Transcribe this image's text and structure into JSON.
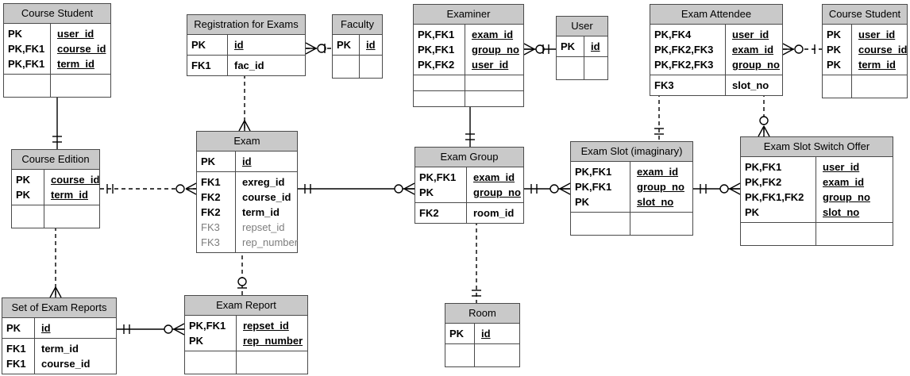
{
  "diagram_type": "entity-relationship-diagram",
  "notation": "crows-foot",
  "colors": {
    "entity_header_bg": "#c9c9c9",
    "entity_border": "#4a4a4a",
    "relationship_line": "#000000",
    "dim_attribute_text": "#7d7d7d",
    "background": "#ffffff"
  },
  "entities": [
    {
      "id": "course-student-left",
      "title": "Course Student",
      "sections": [
        {
          "rows": [
            {
              "key": "PK",
              "name": "user_id",
              "underline": true
            },
            {
              "key": "PK,FK1",
              "name": "course_id",
              "underline": true
            },
            {
              "key": "PK,FK1",
              "name": "term_id",
              "underline": true
            }
          ]
        },
        {
          "rows": []
        }
      ]
    },
    {
      "id": "registration-for-exams",
      "title": "Registration for Exams",
      "sections": [
        {
          "rows": [
            {
              "key": "PK",
              "name": "id",
              "underline": true
            }
          ]
        },
        {
          "rows": [
            {
              "key": "FK1",
              "name": "fac_id",
              "underline": false
            }
          ]
        }
      ]
    },
    {
      "id": "faculty",
      "title": "Faculty",
      "sections": [
        {
          "rows": [
            {
              "key": "PK",
              "name": "id",
              "underline": true
            }
          ]
        },
        {
          "rows": []
        }
      ]
    },
    {
      "id": "examiner",
      "title": "Examiner",
      "sections": [
        {
          "rows": [
            {
              "key": "PK,FK1",
              "name": "exam_id",
              "underline": true
            },
            {
              "key": "PK,FK1",
              "name": "group_no",
              "underline": true
            },
            {
              "key": "PK,FK2",
              "name": "user_id",
              "underline": true
            }
          ]
        },
        {
          "rows": []
        },
        {
          "rows": []
        }
      ]
    },
    {
      "id": "user",
      "title": "User",
      "sections": [
        {
          "rows": [
            {
              "key": "PK",
              "name": "id",
              "underline": true
            }
          ]
        },
        {
          "rows": []
        }
      ]
    },
    {
      "id": "exam-attendee",
      "title": "Exam Attendee",
      "sections": [
        {
          "rows": [
            {
              "key": "PK,FK4",
              "name": "user_id",
              "underline": true
            },
            {
              "key": "PK,FK2,FK3",
              "name": "exam_id",
              "underline": true
            },
            {
              "key": "PK,FK2,FK3",
              "name": "group_no",
              "underline": true
            }
          ]
        },
        {
          "rows": [
            {
              "key": "FK3",
              "name": "slot_no",
              "underline": false
            }
          ]
        }
      ]
    },
    {
      "id": "course-student-right",
      "title": "Course Student",
      "sections": [
        {
          "rows": [
            {
              "key": "PK",
              "name": "user_id",
              "underline": true
            },
            {
              "key": "PK",
              "name": "course_id",
              "underline": true
            },
            {
              "key": "PK",
              "name": "term_id",
              "underline": true
            }
          ]
        },
        {
          "rows": []
        }
      ]
    },
    {
      "id": "course-edition",
      "title": "Course Edition",
      "sections": [
        {
          "rows": [
            {
              "key": "PK",
              "name": "course_id",
              "underline": true
            },
            {
              "key": "PK",
              "name": "term_id",
              "underline": true
            }
          ]
        },
        {
          "rows": []
        }
      ]
    },
    {
      "id": "exam",
      "title": "Exam",
      "sections": [
        {
          "rows": [
            {
              "key": "PK",
              "name": "id",
              "underline": true
            }
          ]
        },
        {
          "rows": [
            {
              "key": "FK1",
              "name": "exreg_id",
              "underline": false
            },
            {
              "key": "FK2",
              "name": "course_id",
              "underline": false
            },
            {
              "key": "FK2",
              "name": "term_id",
              "underline": false
            },
            {
              "key": "FK3",
              "name": "repset_id",
              "underline": false,
              "dim": true
            },
            {
              "key": "FK3",
              "name": "rep_number",
              "underline": false,
              "dim": true
            }
          ]
        }
      ]
    },
    {
      "id": "exam-group",
      "title": "Exam Group",
      "sections": [
        {
          "rows": [
            {
              "key": "PK,FK1",
              "name": "exam_id",
              "underline": true
            },
            {
              "key": "PK",
              "name": "group_no",
              "underline": true
            }
          ]
        },
        {
          "rows": [
            {
              "key": "FK2",
              "name": "room_id",
              "underline": false
            }
          ]
        }
      ]
    },
    {
      "id": "exam-slot-imaginary",
      "title": "Exam Slot (imaginary)",
      "sections": [
        {
          "rows": [
            {
              "key": "PK,FK1",
              "name": "exam_id",
              "underline": true
            },
            {
              "key": "PK,FK1",
              "name": "group_no",
              "underline": true
            },
            {
              "key": "PK",
              "name": "slot_no",
              "underline": true
            }
          ]
        },
        {
          "rows": []
        }
      ]
    },
    {
      "id": "exam-slot-switch-offer",
      "title": "Exam Slot Switch Offer",
      "sections": [
        {
          "rows": [
            {
              "key": "PK,FK1",
              "name": "user_id",
              "underline": true
            },
            {
              "key": "PK,FK2",
              "name": "exam_id",
              "underline": true
            },
            {
              "key": "PK,FK1,FK2",
              "name": "group_no",
              "underline": true
            },
            {
              "key": "PK",
              "name": "slot_no",
              "underline": true
            }
          ]
        },
        {
          "rows": []
        }
      ]
    },
    {
      "id": "set-of-exam-reports",
      "title": "Set of Exam Reports",
      "sections": [
        {
          "rows": [
            {
              "key": "PK",
              "name": "id",
              "underline": true
            }
          ]
        },
        {
          "rows": [
            {
              "key": "FK1",
              "name": "term_id",
              "underline": false
            },
            {
              "key": "FK1",
              "name": "course_id",
              "underline": false
            }
          ]
        }
      ]
    },
    {
      "id": "exam-report",
      "title": "Exam Report",
      "sections": [
        {
          "rows": [
            {
              "key": "PK,FK1",
              "name": "repset_id",
              "underline": true
            },
            {
              "key": "PK",
              "name": "rep_number",
              "underline": true
            }
          ]
        },
        {
          "rows": []
        }
      ]
    },
    {
      "id": "room",
      "title": "Room",
      "sections": [
        {
          "rows": [
            {
              "key": "PK",
              "name": "id",
              "underline": true
            }
          ]
        },
        {
          "rows": []
        }
      ]
    }
  ],
  "relationships": [
    {
      "from": "course-student-left",
      "to": "course-edition",
      "from_cardinality": "zero-or-many",
      "to_cardinality": "one-and-only-one",
      "line": "solid"
    },
    {
      "from": "registration-for-exams",
      "to": "faculty",
      "from_cardinality": "zero-or-many",
      "to_cardinality": "one",
      "line": "dashed"
    },
    {
      "from": "registration-for-exams",
      "to": "exam",
      "from_cardinality": "one-and-only-one",
      "to_cardinality": "many",
      "line": "dashed"
    },
    {
      "from": "examiner",
      "to": "user",
      "from_cardinality": "zero-or-many",
      "to_cardinality": "one-and-only-one",
      "line": "solid"
    },
    {
      "from": "examiner",
      "to": "exam-group",
      "from_cardinality": "zero-or-many",
      "to_cardinality": "one-and-only-one",
      "line": "solid"
    },
    {
      "from": "exam-attendee",
      "to": "course-student-right",
      "from_cardinality": "zero-or-many",
      "to_cardinality": "one",
      "line": "dashed"
    },
    {
      "from": "exam-attendee",
      "to": "exam-slot-imaginary",
      "from_cardinality": "zero-or-many",
      "to_cardinality": "one-and-only-one",
      "line": "dashed"
    },
    {
      "from": "exam-attendee",
      "to": "exam-slot-switch-offer",
      "from_cardinality": "one-and-only-one",
      "to_cardinality": "zero-or-many",
      "line": "dashed"
    },
    {
      "from": "course-edition",
      "to": "exam",
      "from_cardinality": "one-and-only-one",
      "to_cardinality": "zero-or-many",
      "line": "dashed"
    },
    {
      "from": "exam",
      "to": "exam-group",
      "from_cardinality": "one-and-only-one",
      "to_cardinality": "zero-or-many",
      "line": "solid"
    },
    {
      "from": "exam-group",
      "to": "exam-slot-imaginary",
      "from_cardinality": "one-and-only-one",
      "to_cardinality": "zero-or-many",
      "line": "solid"
    },
    {
      "from": "exam-slot-imaginary",
      "to": "exam-slot-switch-offer",
      "from_cardinality": "one-and-only-one",
      "to_cardinality": "zero-or-many",
      "line": "solid"
    },
    {
      "from": "exam-group",
      "to": "room",
      "from_cardinality": "zero-or-many",
      "to_cardinality": "one-and-only-one",
      "line": "dashed"
    },
    {
      "from": "exam",
      "to": "exam-report",
      "from_cardinality": "zero-or-many",
      "to_cardinality": "zero-or-one",
      "line": "dashed"
    },
    {
      "from": "course-edition",
      "to": "set-of-exam-reports",
      "from_cardinality": "one-and-only-one",
      "to_cardinality": "many",
      "line": "dashed"
    },
    {
      "from": "set-of-exam-reports",
      "to": "exam-report",
      "from_cardinality": "one-and-only-one",
      "to_cardinality": "zero-or-many",
      "line": "solid"
    }
  ]
}
